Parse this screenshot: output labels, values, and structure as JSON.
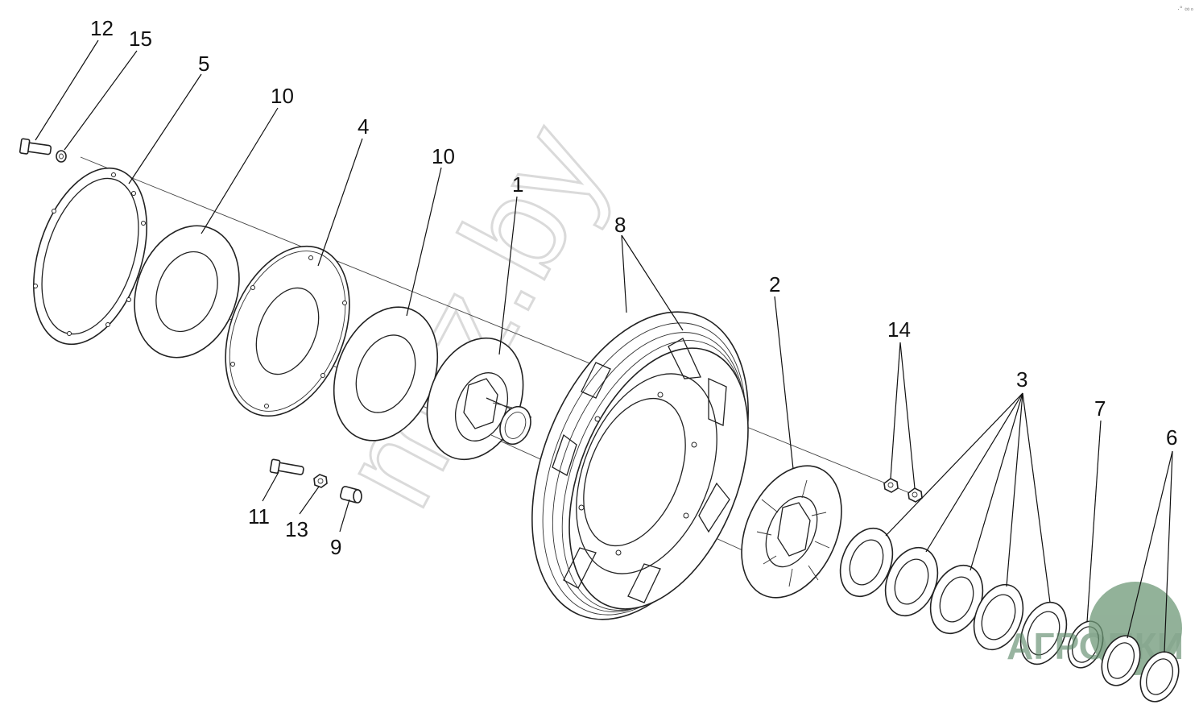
{
  "callouts": [
    {
      "id": "label-12",
      "text": "12"
    },
    {
      "id": "label-15",
      "text": "15"
    },
    {
      "id": "label-5",
      "text": "5"
    },
    {
      "id": "label-10a",
      "text": "10"
    },
    {
      "id": "label-4",
      "text": "4"
    },
    {
      "id": "label-10b",
      "text": "10"
    },
    {
      "id": "label-1",
      "text": "1"
    },
    {
      "id": "label-8",
      "text": "8"
    },
    {
      "id": "label-2",
      "text": "2"
    },
    {
      "id": "label-14",
      "text": "14"
    },
    {
      "id": "label-3",
      "text": "3"
    },
    {
      "id": "label-7",
      "text": "7"
    },
    {
      "id": "label-6",
      "text": "6"
    },
    {
      "id": "label-11",
      "text": "11"
    },
    {
      "id": "label-13",
      "text": "13"
    },
    {
      "id": "label-9",
      "text": "9"
    }
  ],
  "watermark": {
    "text": "mtz.by",
    "color": "#c9c9c9"
  },
  "logo": {
    "text": "АГРОПКИ",
    "color": "#5f8a6a"
  },
  "corner_mark": {
    "text": "·° ∞∘"
  }
}
